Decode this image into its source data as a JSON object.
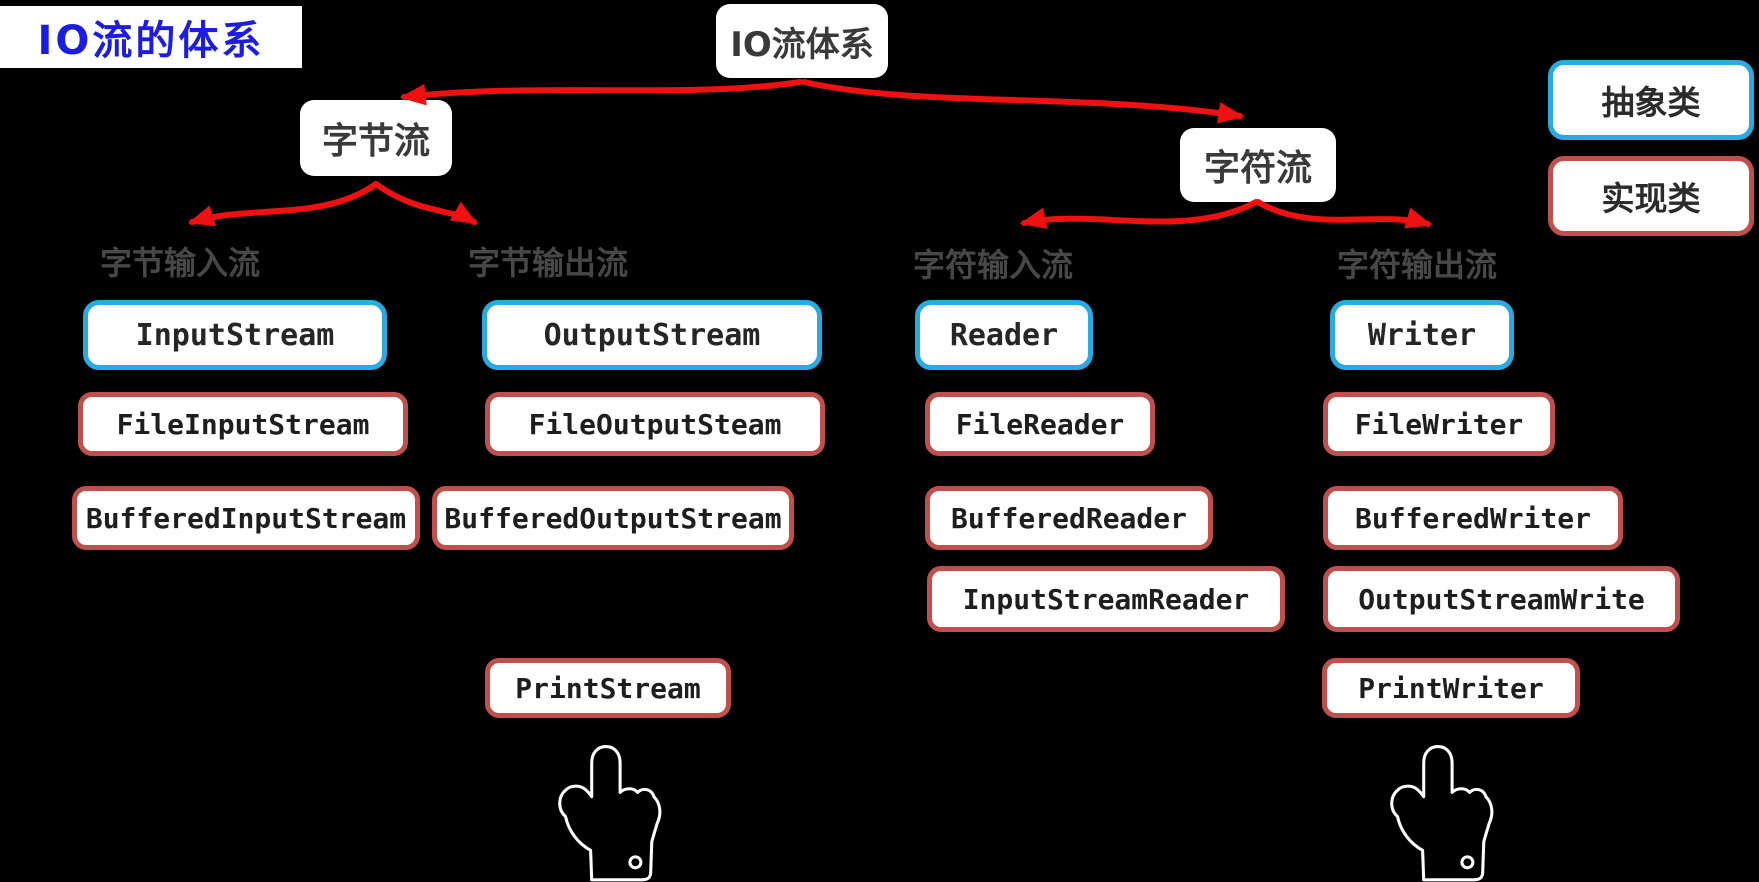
{
  "page_title": "IO流的体系",
  "root_label": "IO流体系",
  "branches": {
    "byte": "字节流",
    "char": "字符流"
  },
  "columns": [
    {
      "heading": "字节输入流",
      "abstract": "InputStream",
      "implementations": [
        "FileInputStream",
        "BufferedInputStream"
      ]
    },
    {
      "heading": "字节输出流",
      "abstract": "OutputStream",
      "implementations": [
        "FileOutputSteam",
        "BufferedOutputStream",
        "PrintStream"
      ]
    },
    {
      "heading": "字符输入流",
      "abstract": "Reader",
      "implementations": [
        "FileReader",
        "BufferedReader",
        "InputStreamReader"
      ]
    },
    {
      "heading": "字符输出流",
      "abstract": "Writer",
      "implementations": [
        "FileWriter",
        "BufferedWriter",
        "OutputStreamWrite",
        "PrintWriter"
      ]
    }
  ],
  "legend": {
    "abstract": "抽象类",
    "implementation": "实现类"
  },
  "icons": [
    "hand-pointer-icon",
    "hand-pointer-icon"
  ],
  "colors": {
    "background": "#000000",
    "node_fill": "#ffffff",
    "abstract_border": "#29abe2",
    "implementation_border": "#c0504d",
    "arrow": "#ee1111",
    "title_blue": "#1d1de0",
    "heading_gray": "#474747"
  }
}
